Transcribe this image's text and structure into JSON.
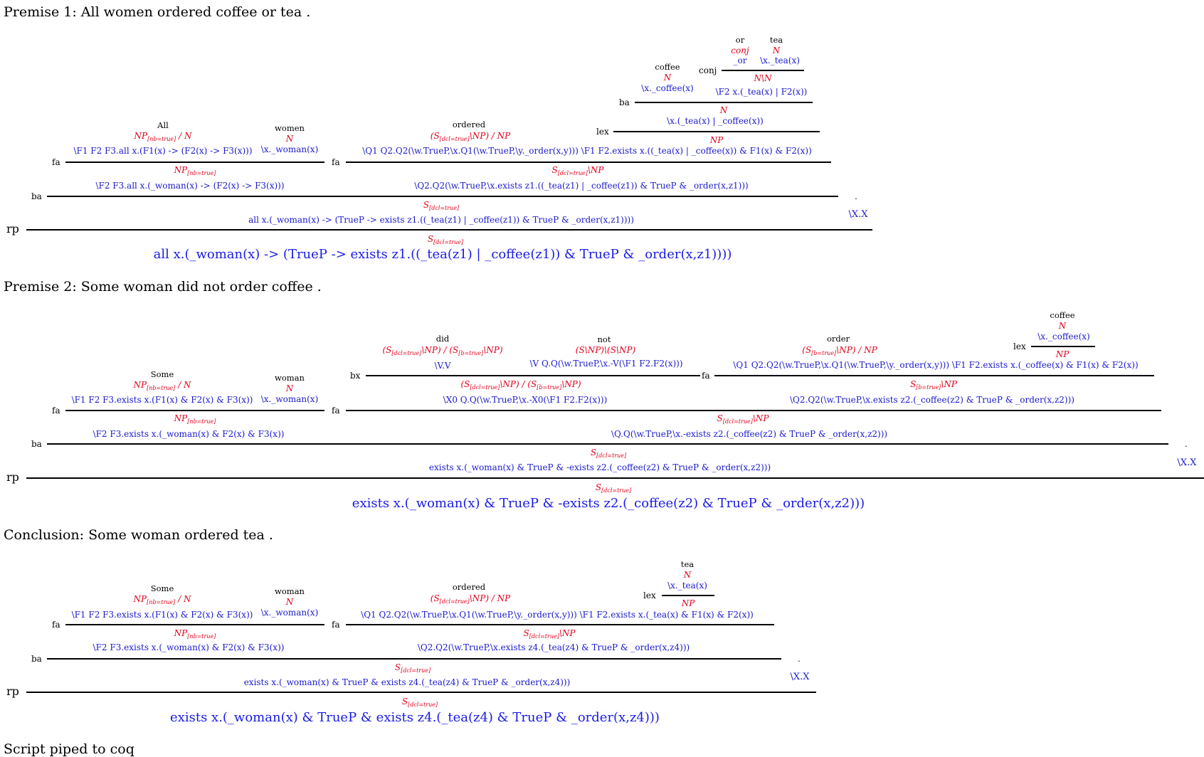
{
  "premise1": {
    "heading": "Premise 1: All women ordered coffee or tea .",
    "words": {
      "all": "All",
      "women": "women",
      "ordered": "ordered",
      "coffee": "coffee",
      "or": "or",
      "tea": "tea",
      "period": "."
    },
    "sems": {
      "all": "\\F1 F2 F3.all x.(F1(x) -> (F2(x) -> F3(x)))",
      "women": "\\x._woman(x)",
      "ordered": "\\Q1 Q2.Q2(\\w.TrueP,\\x.Q1(\\w.TrueP,\\y._order(x,y))) \\F1 F2.exists x.((_tea(x) | _coffee(x)) & F1(x) & F2(x))",
      "coffee": "\\x._coffee(x)",
      "or": "_or",
      "tea": "\\x._tea(x)",
      "conj": "\\F2 x.(_tea(x) | F2(x))",
      "ba_inner": "\\x.(_tea(x) | _coffee(x))",
      "np_all": "\\F2 F3.all x.(_woman(x) -> (F2(x) -> F3(x)))",
      "vp": "\\Q2.Q2(\\w.TrueP,\\x.exists z1.((_tea(z1) | _coffee(z1)) & TrueP & _order(x,z1)))",
      "sentence": "all x.(_woman(x) -> (TrueP -> exists z1.((_tea(z1) | _coffee(z1)) & TrueP & _order(x,z1))))",
      "period": "\\X.X",
      "final": "all x.(_woman(x) -> (TrueP -> exists z1.((_tea(z1) | _coffee(z1)) & TrueP & _order(x,z1))))"
    }
  },
  "premise2": {
    "heading": "Premise 2: Some woman did not order coffee .",
    "words": {
      "some": "Some",
      "woman": "woman",
      "did": "did",
      "not": "not",
      "order": "order",
      "coffee": "coffee",
      "period": "."
    },
    "sems": {
      "some": "\\F1 F2 F3.exists x.(F1(x) & F2(x) & F3(x))",
      "woman": "\\x._woman(x)",
      "did": "\\V.V",
      "not": "\\V Q.Q(\\w.TrueP,\\x.-V(\\F1 F2.F2(x)))",
      "order": "\\Q1 Q2.Q2(\\w.TrueP,\\x.Q1(\\w.TrueP,\\y._order(x,y))) \\F1 F2.exists x.(_coffee(x) & F1(x) & F2(x))",
      "coffee": "\\x._coffee(x)",
      "np_some": "\\F2 F3.exists x.(_woman(x) & F2(x) & F3(x))",
      "bx": "\\X0 Q.Q(\\w.TrueP,\\x.-X0(\\F1 F2.F2(x)))",
      "vp_order": "\\Q2.Q2(\\w.TrueP,\\x.exists z2.(_coffee(z2) & TrueP & _order(x,z2)))",
      "vp": "\\Q.Q(\\w.TrueP,\\x.-exists z2.(_coffee(z2) & TrueP & _order(x,z2)))",
      "sentence": "exists x.(_woman(x) & TrueP & -exists z2.(_coffee(z2) & TrueP & _order(x,z2)))",
      "period": "\\X.X",
      "final": "exists x.(_woman(x) & TrueP & -exists z2.(_coffee(z2) & TrueP & _order(x,z2)))"
    }
  },
  "conclusion": {
    "heading": "Conclusion: Some woman ordered tea .",
    "words": {
      "some": "Some",
      "woman": "woman",
      "ordered": "ordered",
      "tea": "tea",
      "period": "."
    },
    "sems": {
      "some": "\\F1 F2 F3.exists x.(F1(x) & F2(x) & F3(x))",
      "woman": "\\x._woman(x)",
      "ordered": "\\Q1 Q2.Q2(\\w.TrueP,\\x.Q1(\\w.TrueP,\\y._order(x,y))) \\F1 F2.exists x.(_tea(x) & F1(x) & F2(x))",
      "tea": "\\x._tea(x)",
      "np_some": "\\F2 F3.exists x.(_woman(x) & F2(x) & F3(x))",
      "vp": "\\Q2.Q2(\\w.TrueP,\\x.exists z4.(_tea(z4) & TrueP & _order(x,z4)))",
      "sentence": "exists x.(_woman(x) & TrueP & exists z4.(_tea(z4) & TrueP & _order(x,z4)))",
      "period": "\\X.X",
      "final": "exists x.(_woman(x) & TrueP & exists z4.(_tea(z4) & TrueP & _order(x,z4)))"
    }
  },
  "script_heading": "Script piped to coq"
}
